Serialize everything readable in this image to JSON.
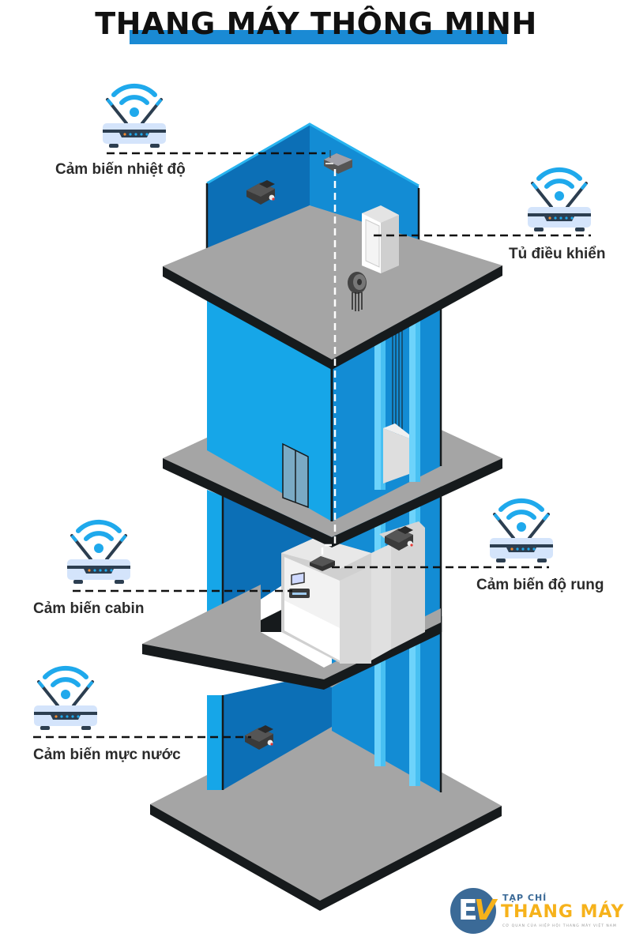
{
  "title": "THANG MÁY THÔNG MINH",
  "colors": {
    "accent_blue": "#1a8ad4",
    "wall_light": "#16a6e8",
    "wall_mid": "#138cd4",
    "wall_dark": "#0c6fb6",
    "floor_gray": "#a5a5a5",
    "edge_dark": "#161a1c",
    "rail_light": "#6dd3fb",
    "label_text": "#2b2b2b",
    "logo_blue": "#3b6a97",
    "logo_yellow": "#f6b21b"
  },
  "labels": {
    "temperature_sensor": "Cảm biến nhiệt độ",
    "control_cabinet": "Tủ điều khiển",
    "vibration_sensor": "Cảm biến độ rung",
    "cabin_sensor": "Cảm biến cabin",
    "water_level_sensor": "Cảm biến mực nước"
  },
  "icons": {
    "router": "wifi-router-icon",
    "sensor": "sensor-device-icon"
  },
  "logo": {
    "e": "E",
    "v": "V",
    "small": "TẠP CHÍ",
    "big": "THANG MÁY",
    "tagline": "CƠ QUAN CỦA HIỆP HỘI THANG MÁY VIỆT NAM"
  }
}
